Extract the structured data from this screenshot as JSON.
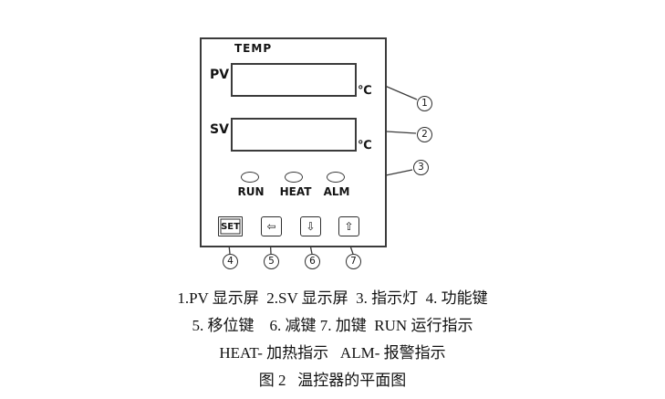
{
  "panel": {
    "title": "TEMP",
    "pv": {
      "label": "PV",
      "unit": "℃"
    },
    "sv": {
      "label": "SV",
      "unit": "℃"
    },
    "indicator_labels": [
      "RUN",
      "HEAT",
      "ALM"
    ],
    "buttons": {
      "set_label": "SET",
      "shift_icon": "⇦",
      "down_icon": "⇩",
      "up_icon": "⇧"
    },
    "callouts": {
      "pv_display": "1",
      "sv_display": "2",
      "indicators": "3",
      "set_button": "4",
      "shift_button": "5",
      "down_button": "6",
      "up_button": "7"
    }
  },
  "caption": {
    "line1": "1.PV 显示屏  2.SV 显示屏  3. 指示灯  4. 功能键",
    "line2": "5. 移位键    6. 减键 7. 加键  RUN 运行指示",
    "line3": "HEAT- 加热指示   ALM- 报警指示",
    "figure_label": "图 2   温控器的平面图"
  }
}
